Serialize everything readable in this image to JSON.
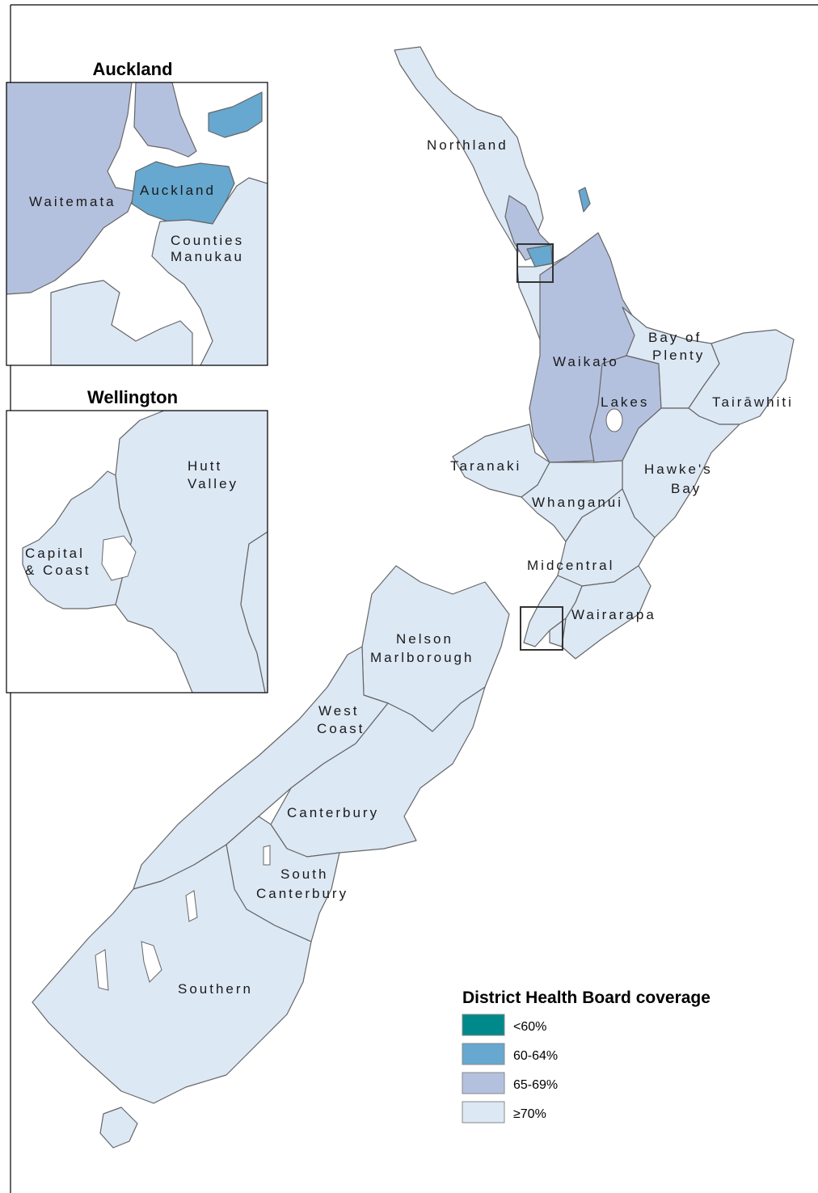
{
  "colors": {
    "lt60": "#00898A",
    "c60_64": "#66A8D0",
    "c65_69": "#B4C1DE",
    "ge70": "#DDE8F5"
  },
  "insets": {
    "auckland": {
      "title": "Auckland"
    },
    "wellington": {
      "title": "Wellington"
    }
  },
  "legend": {
    "title": "District Health Board coverage",
    "items": [
      {
        "label": "<60%",
        "color": "#00898A"
      },
      {
        "label": "60-64%",
        "color": "#66A8D0"
      },
      {
        "label": "65-69%",
        "color": "#B4C1DE"
      },
      {
        "label": "≥70%",
        "color": "#DDE8F5"
      }
    ]
  },
  "regions": {
    "northland": {
      "name": "Northland",
      "category": "≥70%"
    },
    "waitemata": {
      "name": "Waitemata",
      "category": "65-69%"
    },
    "auckland": {
      "name": "Auckland",
      "category": "60-64%"
    },
    "counties_manukau": {
      "line1": "Counties",
      "line2": "Manukau",
      "category": "≥70%"
    },
    "waikato": {
      "name": "Waikato",
      "category": "65-69%"
    },
    "bay_of_plenty": {
      "line1": "Bay of",
      "line2": "Plenty",
      "category": "≥70%"
    },
    "lakes": {
      "name": "Lakes",
      "category": "65-69%"
    },
    "tairawhiti": {
      "name": "Tairāwhiti",
      "category": "≥70%"
    },
    "taranaki": {
      "name": "Taranaki",
      "category": "≥70%"
    },
    "hawkes_bay": {
      "line1": "Hawke's",
      "line2": "Bay",
      "category": "≥70%"
    },
    "whanganui": {
      "name": "Whanganui",
      "category": "≥70%"
    },
    "midcentral": {
      "name": "Midcentral",
      "category": "≥70%"
    },
    "wairarapa": {
      "name": "Wairarapa",
      "category": "≥70%"
    },
    "hutt_valley": {
      "line1": "Hutt",
      "line2": "Valley",
      "category": "≥70%"
    },
    "capital_coast": {
      "line1": "Capital",
      "line2": "& Coast",
      "category": "≥70%"
    },
    "nelson_marlborough": {
      "line1": "Nelson",
      "line2": "Marlborough",
      "category": "≥70%"
    },
    "west_coast": {
      "line1": "West",
      "line2": "Coast",
      "category": "≥70%"
    },
    "canterbury": {
      "name": "Canterbury",
      "category": "≥70%"
    },
    "south_canterbury": {
      "line1": "South",
      "line2": "Canterbury",
      "category": "≥70%"
    },
    "southern": {
      "name": "Southern",
      "category": "≥70%"
    }
  }
}
